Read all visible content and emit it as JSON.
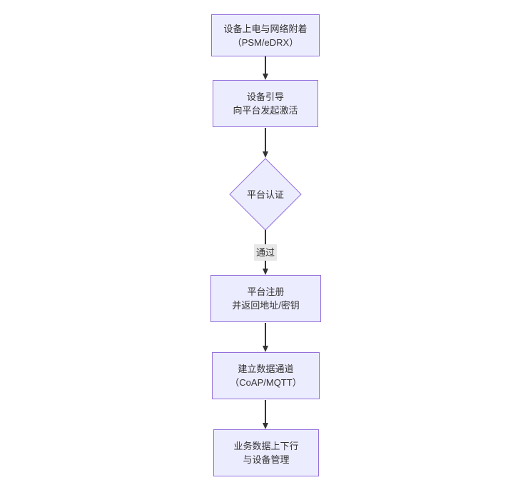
{
  "diagram": {
    "type": "flowchart",
    "direction": "top-down",
    "nodes": [
      {
        "id": "power_on",
        "shape": "rect",
        "lines": [
          "设备上电与网络附着",
          "（PSM/eDRX）"
        ]
      },
      {
        "id": "bootstrap",
        "shape": "rect",
        "lines": [
          "设备引导",
          "向平台发起激活"
        ]
      },
      {
        "id": "auth",
        "shape": "diamond",
        "lines": [
          "平台认证"
        ]
      },
      {
        "id": "register",
        "shape": "rect",
        "lines": [
          "平台注册",
          "并返回地址/密钥"
        ]
      },
      {
        "id": "channel",
        "shape": "rect",
        "lines": [
          "建立数据通道",
          "（CoAP/MQTT）"
        ]
      },
      {
        "id": "business",
        "shape": "rect",
        "lines": [
          "业务数据上下行",
          "与设备管理"
        ]
      }
    ],
    "edges": [
      {
        "from": "power_on",
        "to": "bootstrap",
        "label": ""
      },
      {
        "from": "bootstrap",
        "to": "auth",
        "label": ""
      },
      {
        "from": "auth",
        "to": "register",
        "label": "通过"
      },
      {
        "from": "register",
        "to": "channel",
        "label": ""
      },
      {
        "from": "channel",
        "to": "business",
        "label": ""
      }
    ],
    "colors": {
      "node_fill": "#ECECFF",
      "node_border": "#9370DB",
      "edge": "#333333",
      "edge_label_bg": "#E8E8E8",
      "text": "#333333",
      "background": "#FFFFFF"
    }
  }
}
